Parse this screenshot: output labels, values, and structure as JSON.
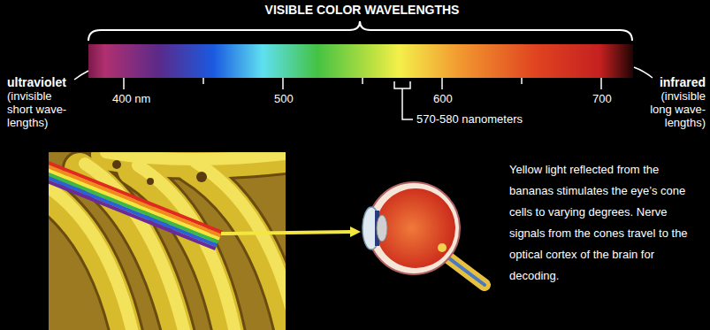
{
  "diagram": {
    "title": "VISIBLE COLOR WAVELENGTHS",
    "labels": [
      "ultraviolet",
      "(invisible short wave-lengths)",
      "infrared",
      "(invisible long wave-lengths)",
      "400 nm",
      "500",
      "600",
      "700",
      "570-580 nanometers",
      "Yellow light reflected from the bananas stimulates the eye’s cone cells to varying degrees. Nerve signals from the cones travel to the optical cortex of the brain for decoding."
    ]
  }
}
